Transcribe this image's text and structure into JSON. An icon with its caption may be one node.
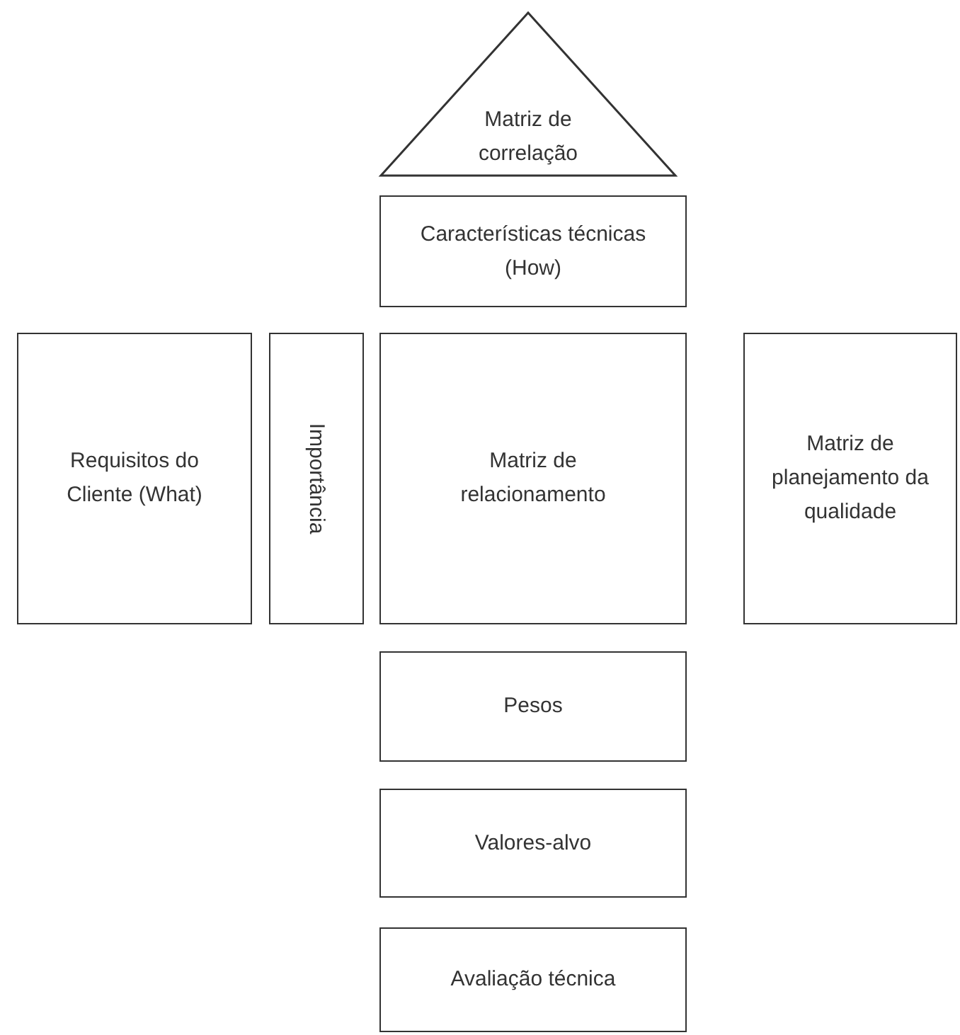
{
  "diagram": {
    "nodes": [
      {
        "text": [
          "Matriz de correlação"
        ]
      },
      {
        "text": [
          "Características técnicas (How)"
        ]
      },
      {
        "text": [
          "Requisitos do Cliente (What)"
        ]
      },
      {
        "text": [
          "Importância"
        ]
      },
      {
        "text": [
          "Matriz de relacionamento"
        ]
      },
      {
        "text": [
          "Matriz de planejamento da qualidade"
        ]
      },
      {
        "text": [
          "Pesos"
        ]
      },
      {
        "text": [
          "Valores-alvo"
        ]
      },
      {
        "text": [
          "Avaliação técnica"
        ]
      }
    ]
  }
}
